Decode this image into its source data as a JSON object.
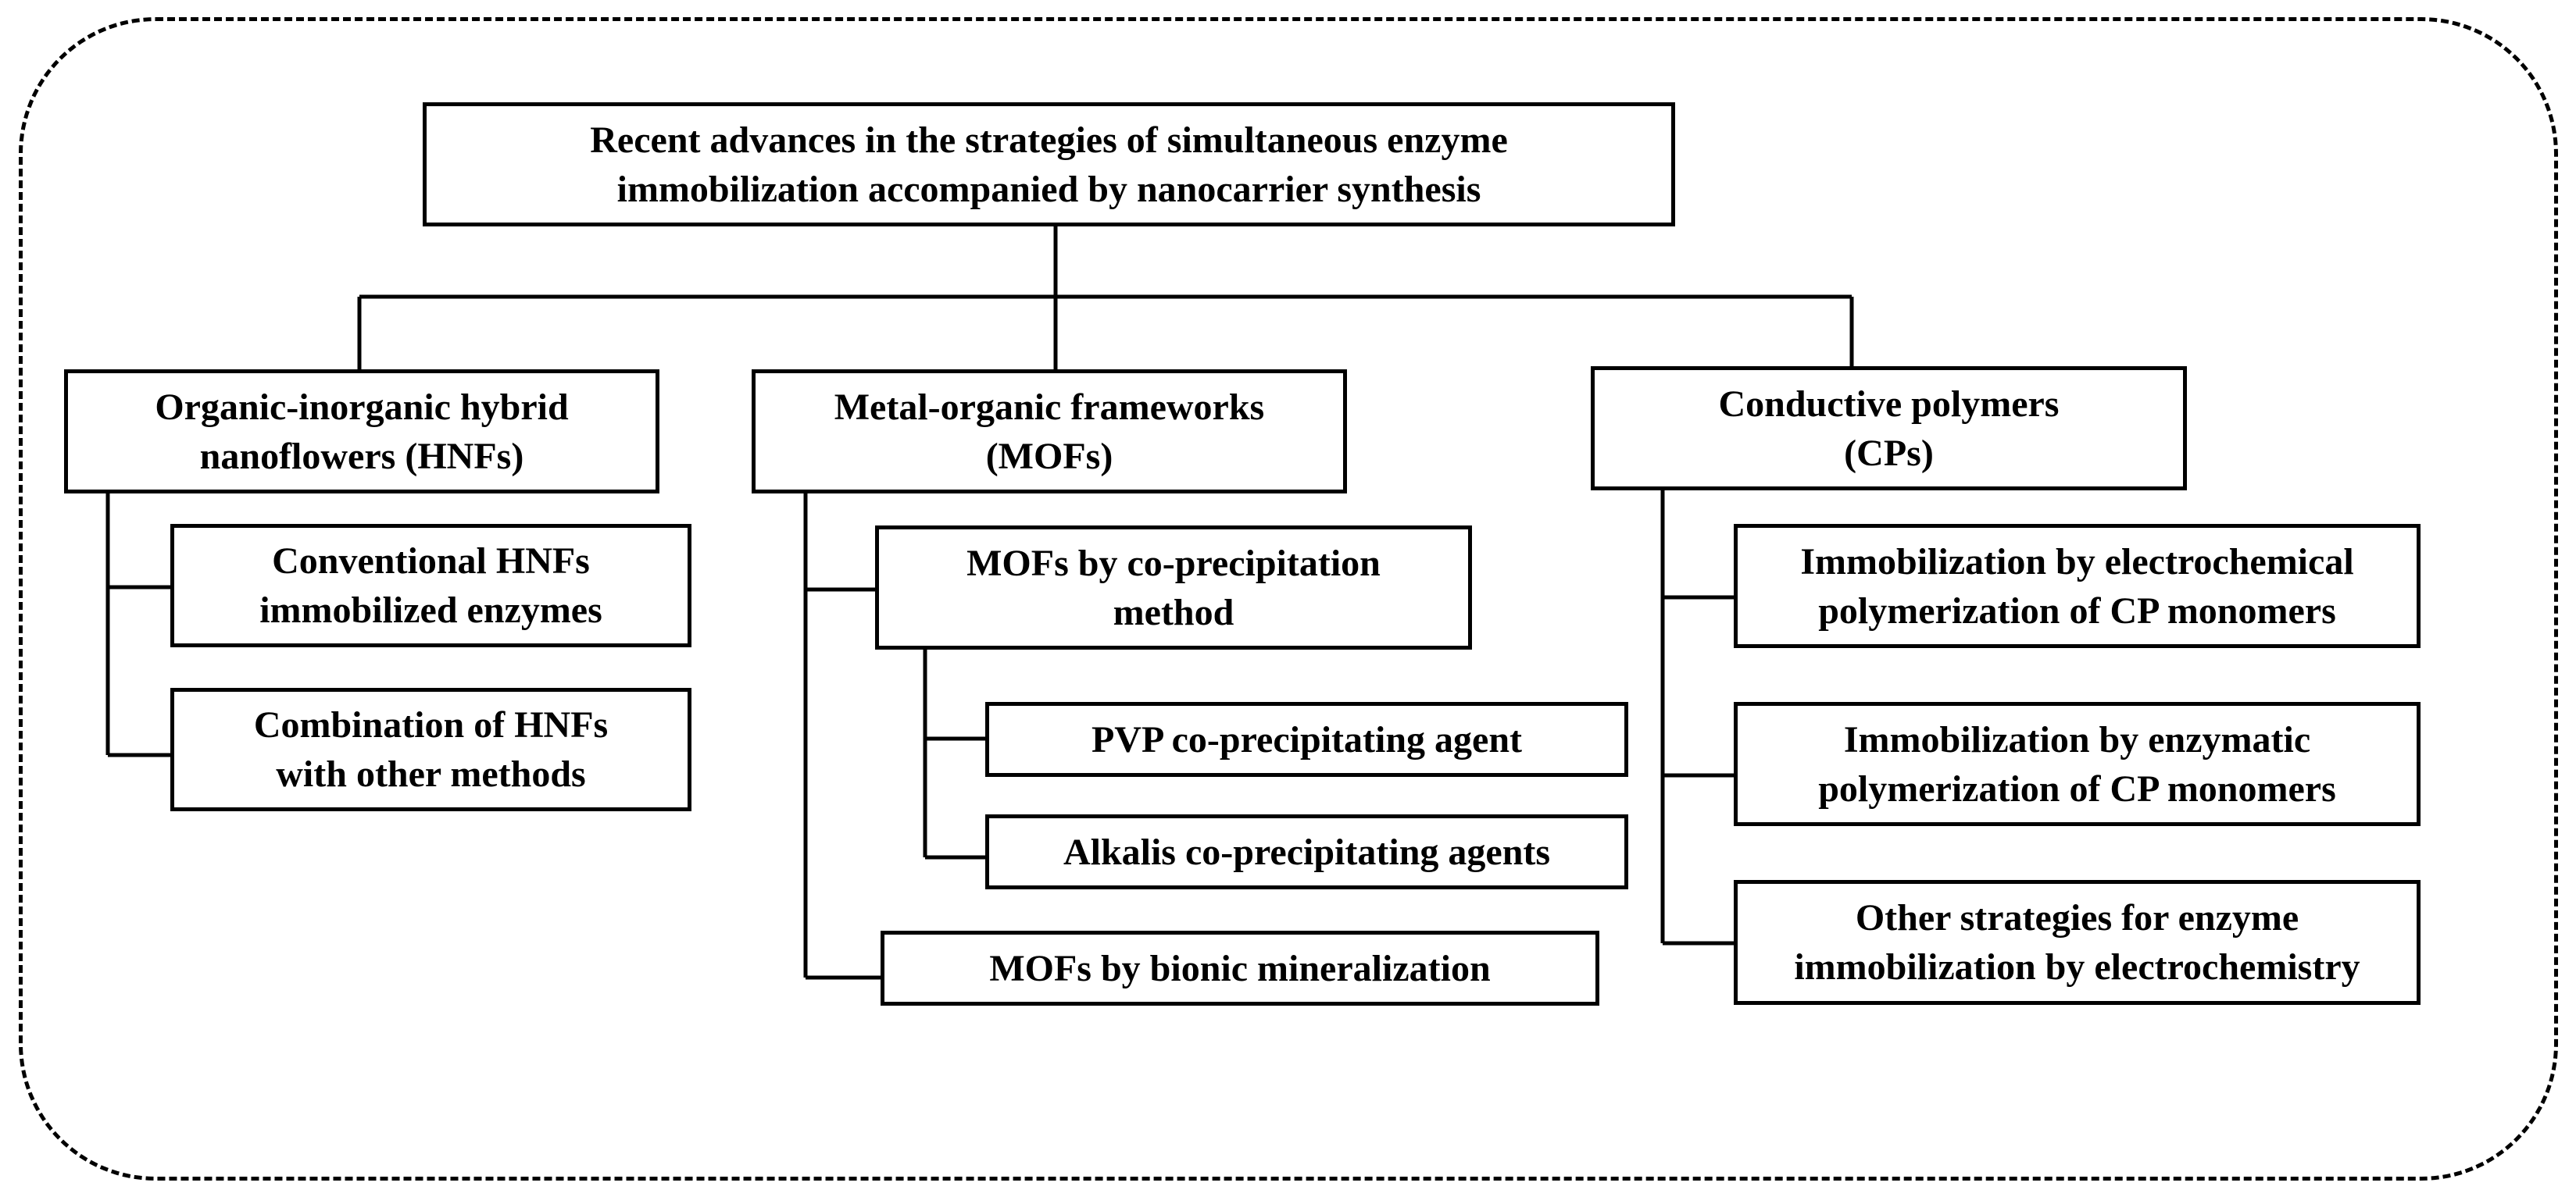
{
  "title": "Recent advances in the strategies of simultaneous enzyme\nimmobilization accompanied by nanocarrier synthesis",
  "categories": [
    {
      "label": "Organic-inorganic hybrid\nnanoflowers (HNFs)",
      "children": [
        {
          "label": "Conventional HNFs\nimmobilized enzymes"
        },
        {
          "label": "Combination of HNFs\nwith other methods"
        }
      ]
    },
    {
      "label": "Metal-organic frameworks\n(MOFs)",
      "children": [
        {
          "label": "MOFs by co-precipitation\nmethod",
          "children": [
            {
              "label": "PVP co-precipitating agent"
            },
            {
              "label": "Alkalis co-precipitating agents"
            }
          ]
        },
        {
          "label": "MOFs by bionic mineralization"
        }
      ]
    },
    {
      "label": "Conductive polymers\n(CPs)",
      "children": [
        {
          "label": "Immobilization by electrochemical\npolymerization of CP monomers"
        },
        {
          "label": "Immobilization by enzymatic\npolymerization of CP monomers"
        },
        {
          "label": "Other strategies for enzyme\nimmobilization by electrochemistry"
        }
      ]
    }
  ],
  "colors": {
    "line": "#000000",
    "background": "#ffffff"
  }
}
